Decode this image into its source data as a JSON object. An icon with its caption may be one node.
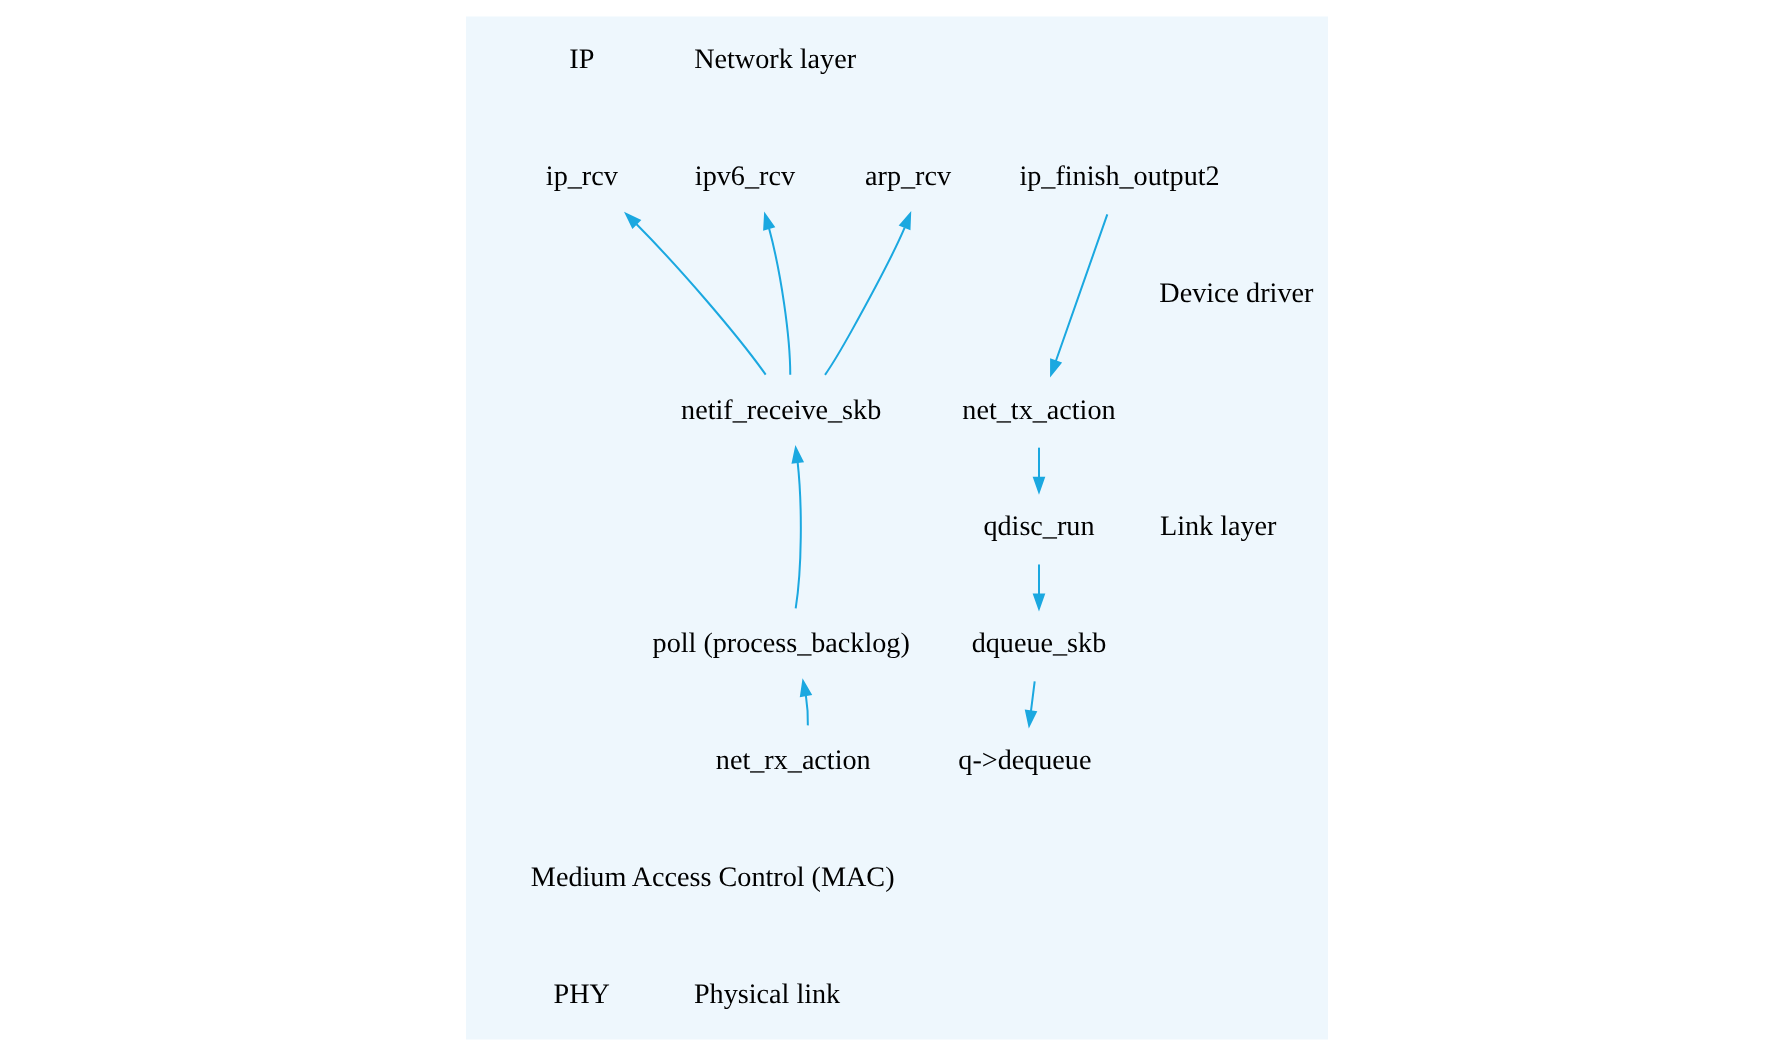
{
  "diagram": {
    "nodes": [
      {
        "text": [
          "ip_rcv"
        ]
      },
      {
        "text": [
          "ipv6_rcv"
        ]
      },
      {
        "text": [
          "arp_rcv"
        ]
      },
      {
        "text": [
          "ip_finish_output2"
        ]
      },
      {
        "text": [
          "netif_receive_skb"
        ]
      },
      {
        "text": [
          "net_tx_action"
        ]
      },
      {
        "text": [
          "qdisc_run"
        ]
      },
      {
        "text": [
          "poll (process_backlog)"
        ]
      },
      {
        "text": [
          "dqueue_skb"
        ]
      },
      {
        "text": [
          "net_rx_action"
        ]
      },
      {
        "text": [
          "q->dequeue"
        ]
      }
    ],
    "edges": [
      {
        "from": 4,
        "to": 0,
        "arrow": "to"
      },
      {
        "from": 4,
        "to": 1,
        "arrow": "to"
      },
      {
        "from": 4,
        "to": 2,
        "arrow": "to"
      },
      {
        "from": 7,
        "to": 4,
        "arrow": "to"
      },
      {
        "from": 9,
        "to": 7,
        "arrow": "to"
      },
      {
        "from": 3,
        "to": 5,
        "arrow": "to"
      },
      {
        "from": 5,
        "to": 6,
        "arrow": "to"
      },
      {
        "from": 6,
        "to": 8,
        "arrow": "to"
      },
      {
        "from": 8,
        "to": 10,
        "arrow": "to"
      }
    ],
    "labels": [
      "IP",
      "Network layer",
      "Device driver",
      "Link layer",
      "Medium Access Control (MAC)",
      "PHY",
      "Physical link"
    ]
  }
}
